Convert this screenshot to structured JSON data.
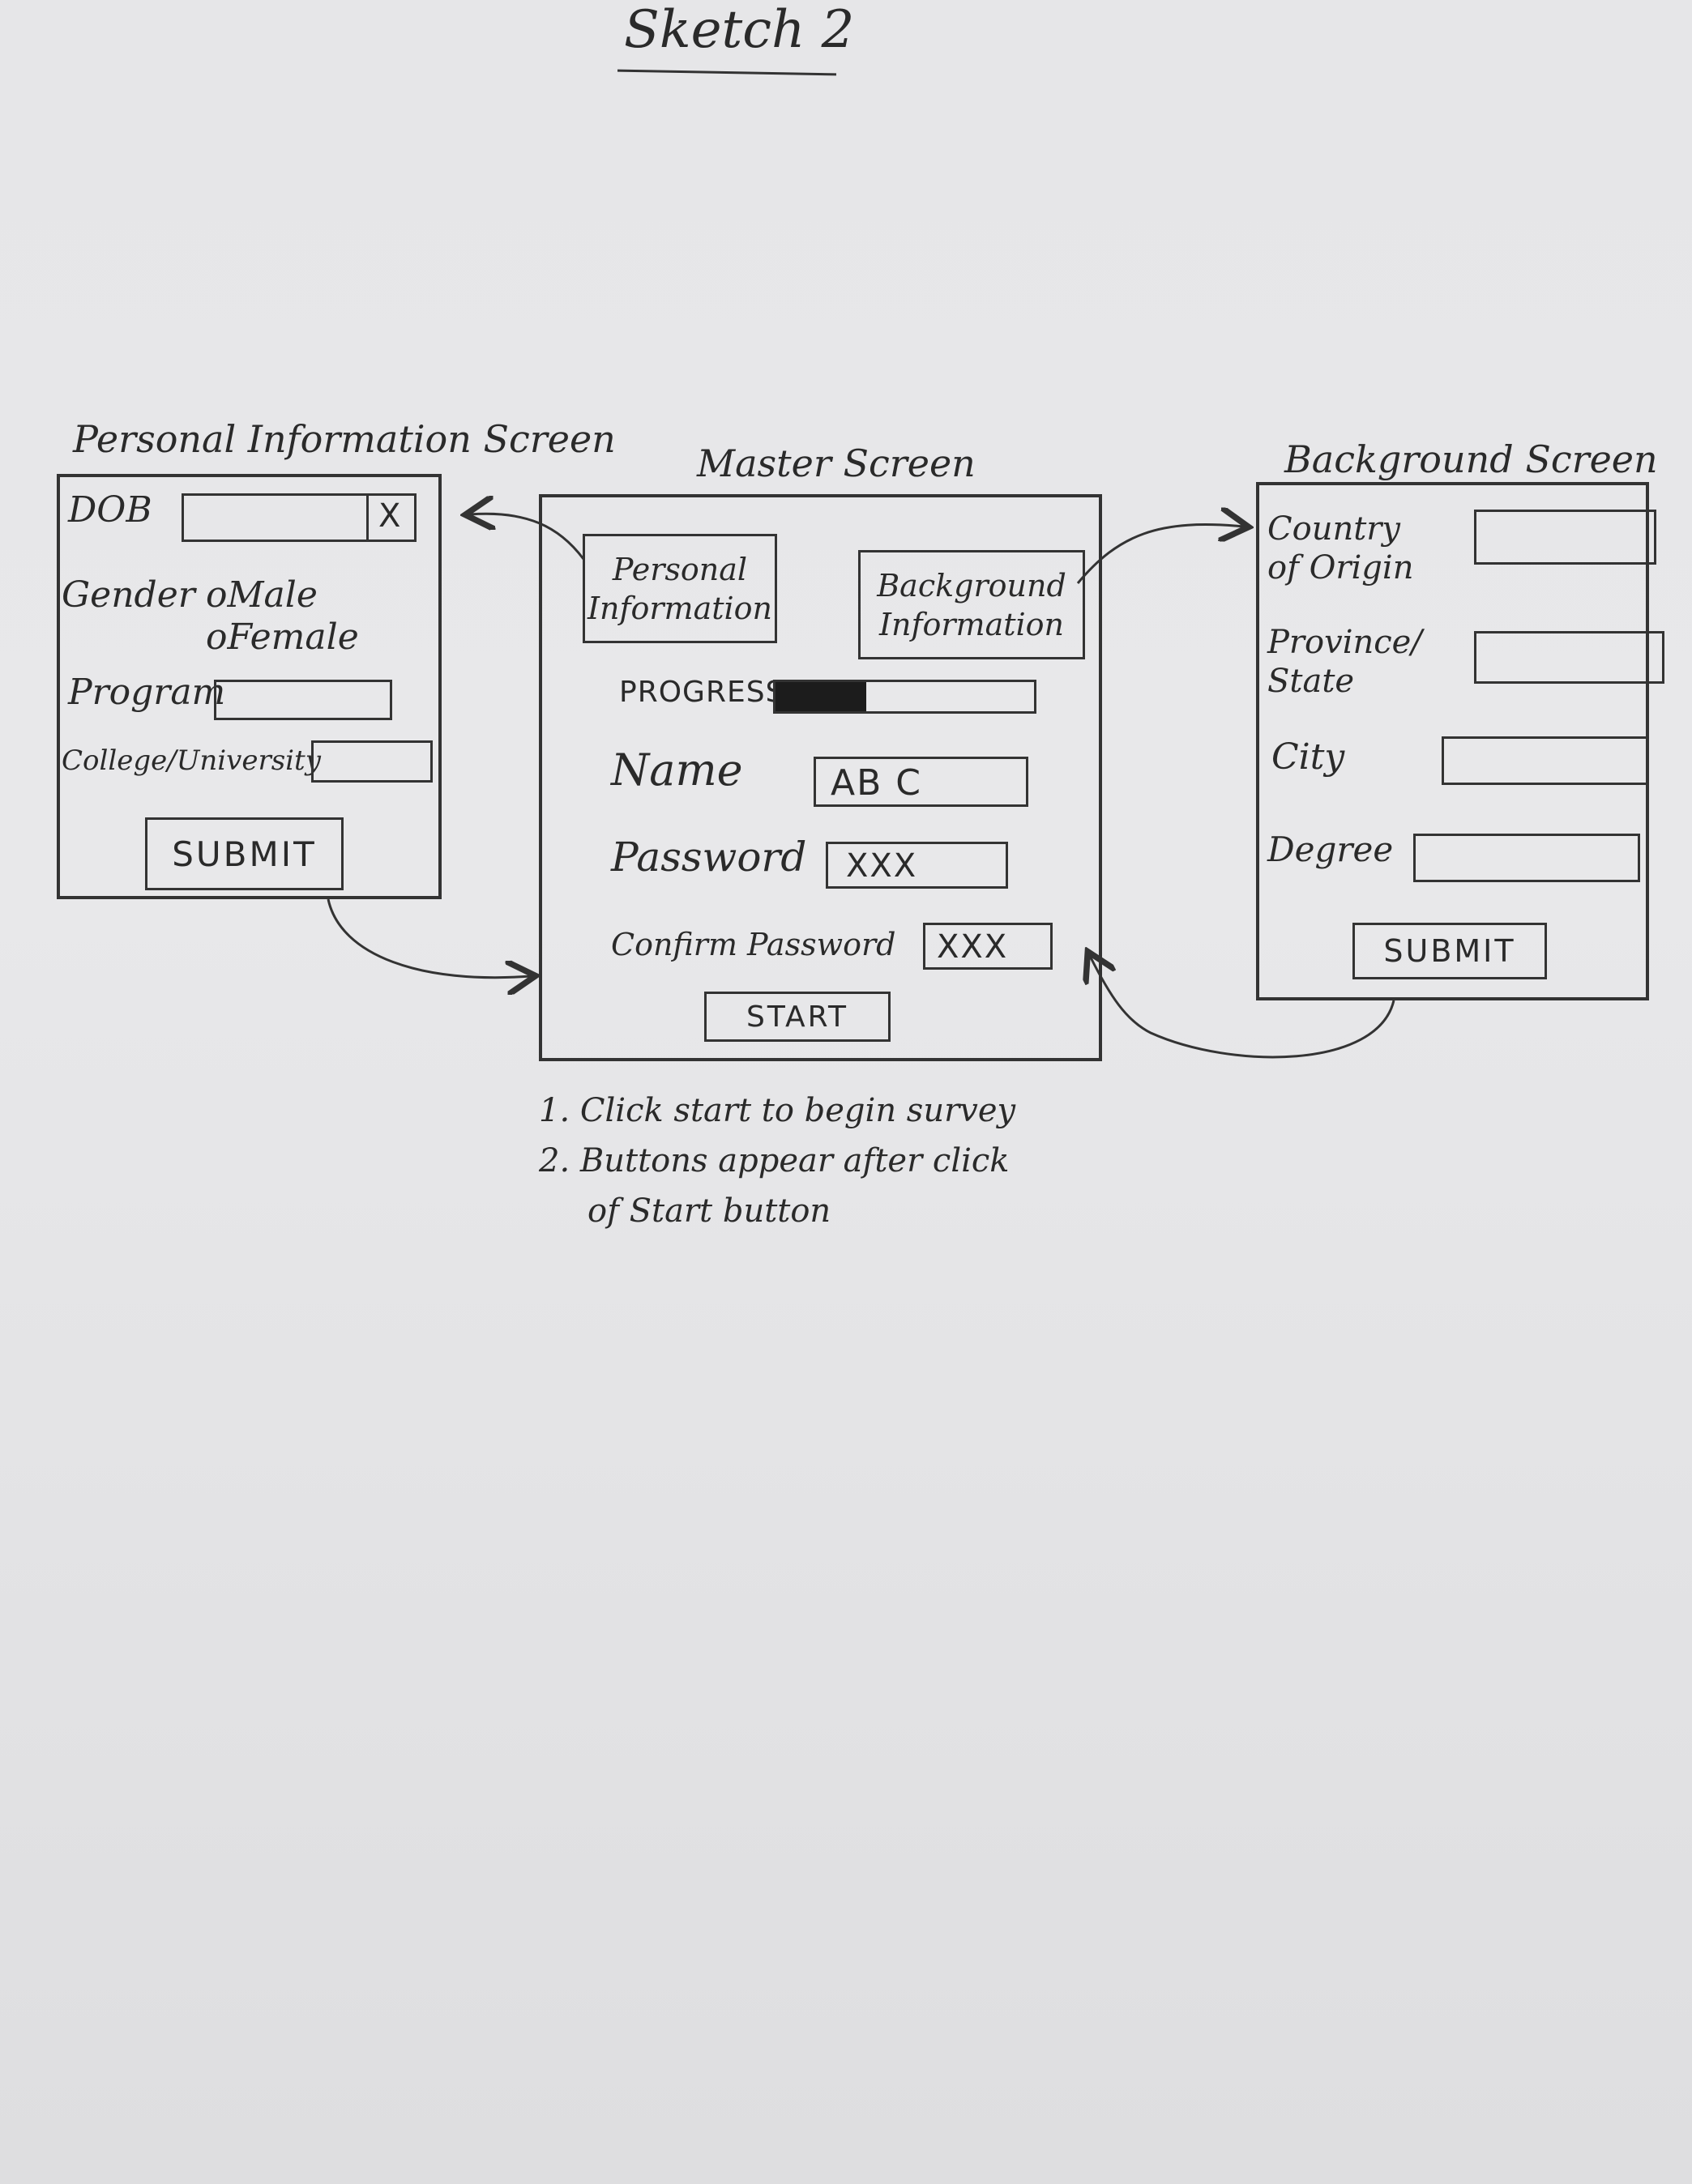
{
  "title": "Sketch 2",
  "personal_screen": {
    "heading": "Personal Information Screen",
    "dob_label": "DOB",
    "dob_clear": "X",
    "gender_label": "Gender",
    "gender_options": [
      "Male",
      "Female"
    ],
    "program_label": "Program",
    "college_label": "College/University",
    "submit_label": "SUBMIT"
  },
  "master_screen": {
    "heading": "Master Screen",
    "personal_button": "Personal Information",
    "background_button": "Background Information",
    "progress_label": "PROGRESS",
    "progress_value": 0.35,
    "name_label": "Name",
    "name_value": "AB C",
    "password_label": "Password",
    "password_value": "XXX",
    "confirm_label": "Confirm Password",
    "confirm_value": "XXX",
    "start_label": "START"
  },
  "background_screen": {
    "heading": "Background Screen",
    "country_label_line1": "Country",
    "country_label_line2": "of Origin",
    "province_label_line1": "Province/",
    "province_label_line2": "State",
    "city_label": "City",
    "degree_label": "Degree",
    "submit_label": "SUBMIT"
  },
  "notes": [
    "1. Click start to begin survey",
    "2. Buttons appear after click",
    "of Start button"
  ]
}
